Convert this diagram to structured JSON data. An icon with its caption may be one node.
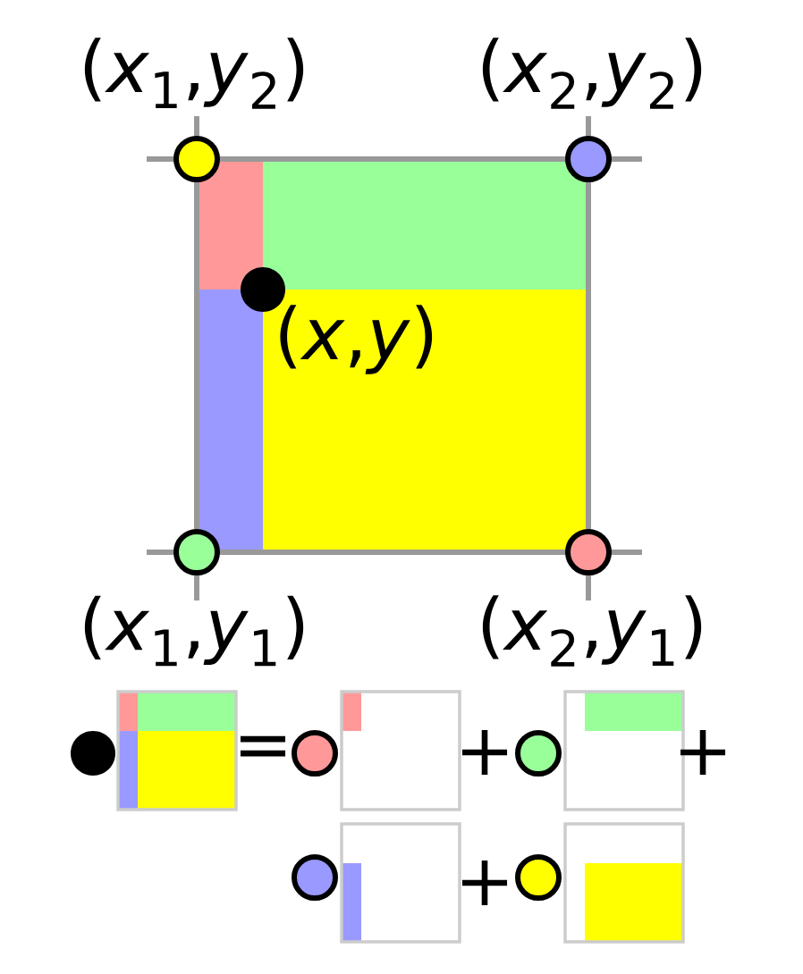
{
  "diagram": {
    "labels": [
      "(*x*$_{1}$,*y*$_{2}$)",
      "(*x*$_{2}$,*y*$_{2}$)",
      "(*x*,*y*)",
      "(*x*$_{1}$,*y*$_{1}$)",
      "(*x*$_{2}$,*y*$_{1}$)",
      "=",
      "+",
      "+",
      "+"
    ]
  }
}
